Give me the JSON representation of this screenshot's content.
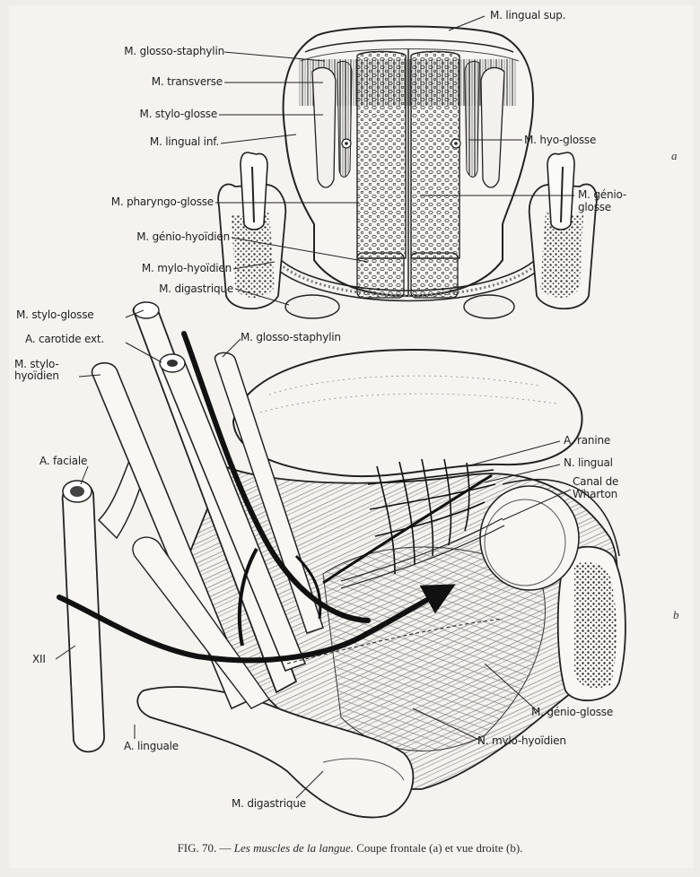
{
  "panel_a": {
    "letter": "a",
    "labels": {
      "lingual_sup": "M. lingual sup.",
      "glosso_staphylin": "M. glosso-staphylin",
      "transverse": "M. transverse",
      "stylo_glosse": "M. stylo-glosse",
      "lingual_inf": "M. lingual inf.",
      "hyo_glosse": "M. hyo-glosse",
      "pharyngo_glosse": "M. pharyngo-glosse",
      "genio_glosse": "M. génio-\nglosse",
      "genio_hyoidien": "M. génio-hyoïdien",
      "mylo_hyoidien": "M. mylo-hyoïdien",
      "digastrique": "M. digastrique"
    }
  },
  "panel_b": {
    "letter": "b",
    "labels": {
      "stylo_glosse": "M. stylo-glosse",
      "carotide_ext": "A. carotide ext.",
      "stylo_hyoidien": "M. stylo-\nhyoïdien",
      "glosso_staphylin": "M. glosso-staphylin",
      "faciale": "A. faciale",
      "ranine": "A. ranine",
      "lingual": "N. lingual",
      "canal_wharton": "Canal de\nWharton",
      "xii": "XII",
      "linguale": "A. linguale",
      "genio_glosse": "M. génio-glosse",
      "mylo_hyoidien": "N. mylo-hyoïdien",
      "digastrique": "M. digastrique"
    }
  },
  "caption": {
    "prefix": "FIG. 70. —",
    "title": "Les muscles de la langue.",
    "rest": "Coupe frontale (a) et vue droite (b)."
  }
}
